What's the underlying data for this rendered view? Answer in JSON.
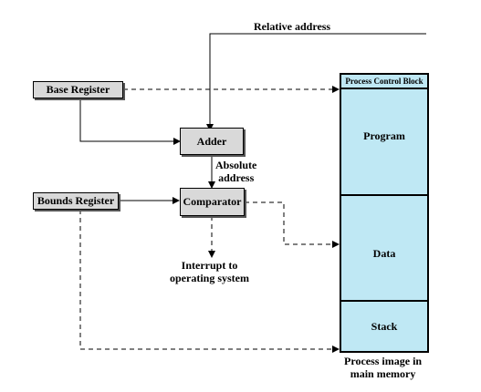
{
  "labels": {
    "relative_address": "Relative address",
    "base_register": "Base Register",
    "bounds_register": "Bounds Register",
    "adder": "Adder",
    "comparator": "Comparator",
    "absolute_address_line1": "Absolute",
    "absolute_address_line2": "address",
    "interrupt_line1": "Interrupt to",
    "interrupt_line2": "operating system",
    "process_image_line1": "Process image in",
    "process_image_line2": "main memory"
  },
  "memory_block": {
    "pcb": "Process Control Block",
    "program": "Program",
    "data": "Data",
    "stack": "Stack"
  },
  "colors": {
    "segment_fill": "#bfe8f4",
    "box_fill": "#d9d9d9",
    "line": "#000000"
  }
}
